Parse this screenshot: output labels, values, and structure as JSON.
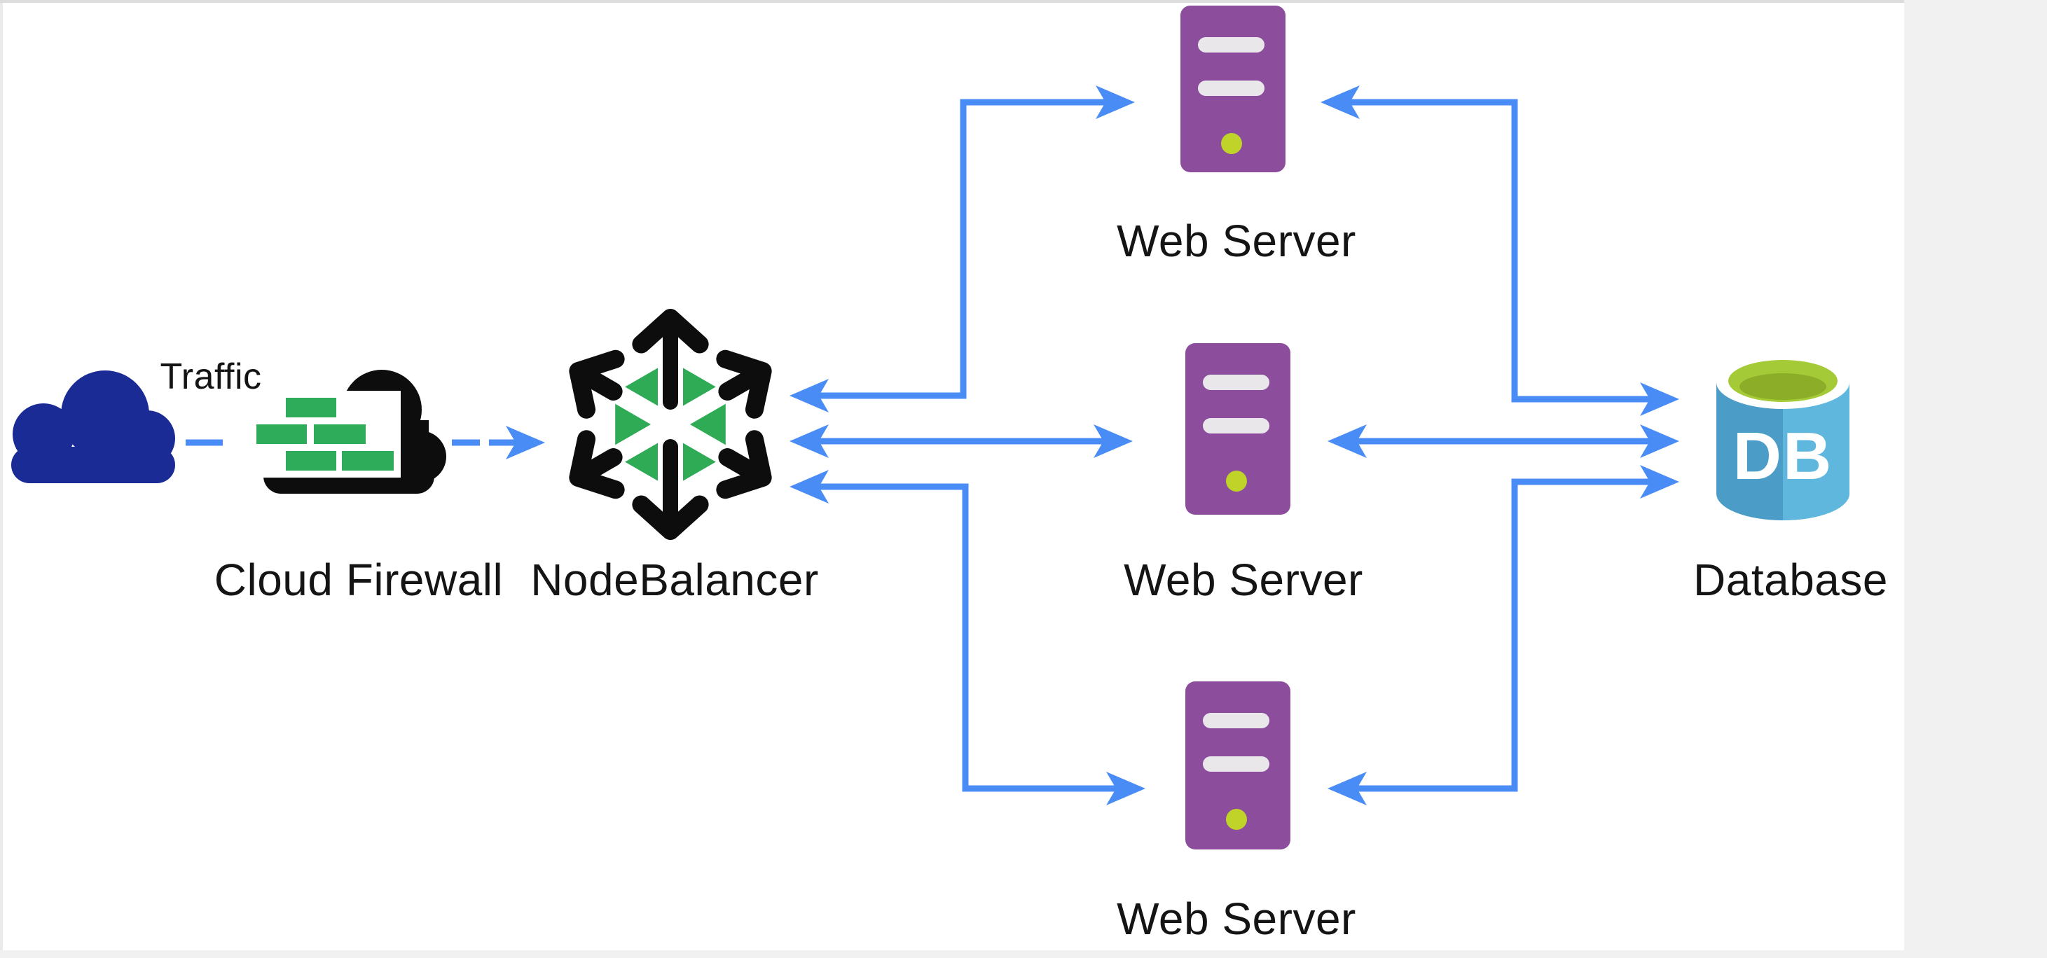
{
  "colors": {
    "arrow_blue": "#4a8cf5",
    "traffic_cloud": "#1a2b96",
    "icon_black": "#0d0d0d",
    "brick_green": "#2eac59",
    "nodebalancer_green": "#2fab56",
    "server_purple": "#8b4d9c",
    "server_slot": "#e9e7ea",
    "led_green": "#c0d329",
    "db_body_left": "#4b9dc8",
    "db_body_right": "#5fb7de",
    "db_top_green": "#a5ca37",
    "db_top_green_dark": "#8cad27",
    "label_text": "#141414",
    "chrome_gray": "#f1f1f2",
    "border_gray": "#dcdcdc"
  },
  "nodes": {
    "traffic": {
      "label": "Traffic"
    },
    "cloud_firewall": {
      "label": "Cloud Firewall"
    },
    "nodebalancer": {
      "label": "NodeBalancer"
    },
    "web_server_top": {
      "label": "Web Server"
    },
    "web_server_middle": {
      "label": "Web Server"
    },
    "web_server_bottom": {
      "label": "Web Server"
    },
    "database": {
      "label": "Database",
      "badge": "DB"
    }
  },
  "connections": [
    {
      "from": "traffic",
      "to": "cloud_firewall",
      "style": "dashed",
      "arrows": "none"
    },
    {
      "from": "cloud_firewall",
      "to": "nodebalancer",
      "style": "solid",
      "arrows": "forward"
    },
    {
      "from": "nodebalancer",
      "to": "web_server_top",
      "style": "solid",
      "arrows": "both"
    },
    {
      "from": "nodebalancer",
      "to": "web_server_middle",
      "style": "solid",
      "arrows": "both"
    },
    {
      "from": "nodebalancer",
      "to": "web_server_bottom",
      "style": "solid",
      "arrows": "both"
    },
    {
      "from": "web_server_top",
      "to": "database",
      "style": "solid",
      "arrows": "both"
    },
    {
      "from": "web_server_middle",
      "to": "database",
      "style": "solid",
      "arrows": "both"
    },
    {
      "from": "web_server_bottom",
      "to": "database",
      "style": "solid",
      "arrows": "both"
    }
  ]
}
